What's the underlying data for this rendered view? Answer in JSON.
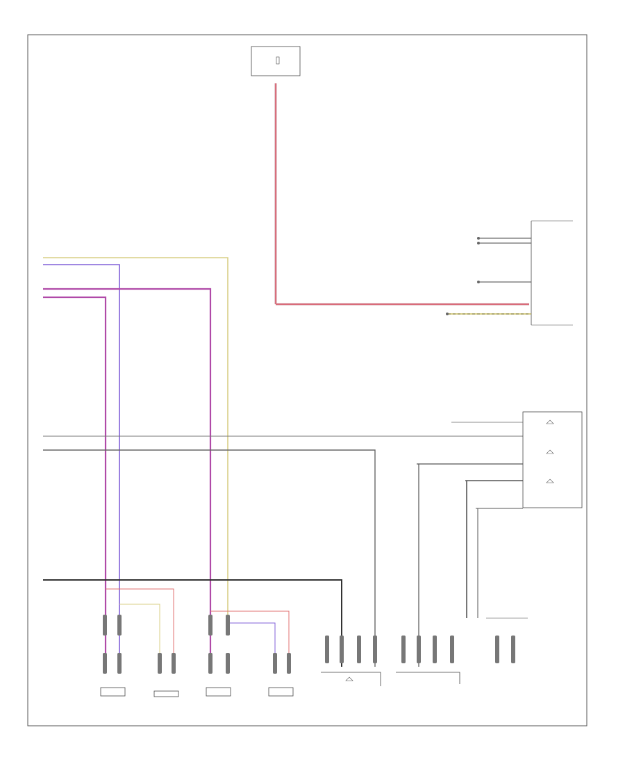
{
  "page": {
    "footer_code": ""
  },
  "colors": {
    "red": "#e05a6a",
    "violet": "#8060d8",
    "purple": "#b04aa8",
    "yellow": "#d8cf86",
    "gray": "#555555",
    "black": "#333333"
  },
  "fuse": {
    "title": "",
    "sub": "",
    "side": ""
  },
  "unit": {
    "label": ""
  },
  "nav": {
    "label": ""
  },
  "speakers": [
    {
      "name": "lf-speaker",
      "label": ""
    },
    {
      "name": "lf-tweeter",
      "label": ""
    },
    {
      "name": "lr-speaker",
      "label": ""
    },
    {
      "name": "lr-tweeter",
      "label": ""
    }
  ],
  "modules": [
    {
      "name": "antenna-module",
      "label": ""
    },
    {
      "name": "satellite-module",
      "label": ""
    },
    {
      "name": "telephone-module",
      "label": ""
    }
  ]
}
